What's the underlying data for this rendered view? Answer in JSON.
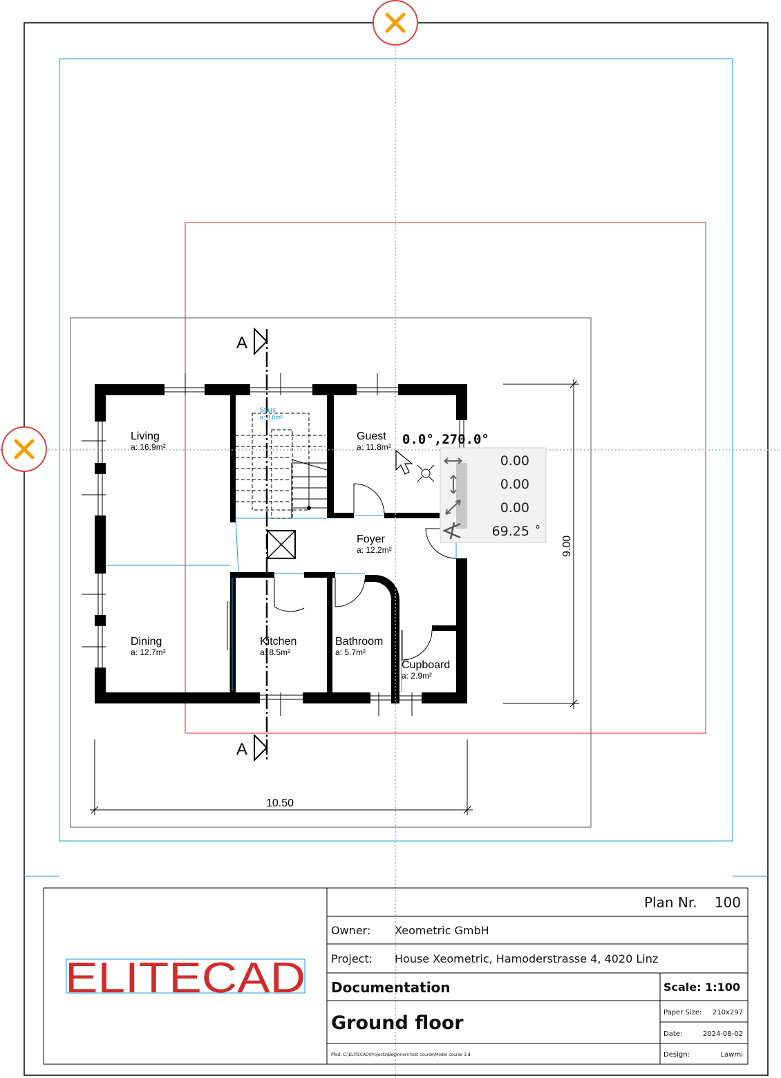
{
  "colors": {
    "frame": "#000000",
    "print_area": "#1a9be0",
    "viewport": "#e02020",
    "snap_marker": "#f5a000",
    "logo": "#d22b2b"
  },
  "rooms": [
    {
      "name": "Living",
      "area": "a: 16.9m²"
    },
    {
      "name": "Guest",
      "area": "a: 11.8m²"
    },
    {
      "name": "Foyer",
      "area": "a: 12.2m²"
    },
    {
      "name": "Dining",
      "area": "a: 12.7m²"
    },
    {
      "name": "Kitchen",
      "area": "a: 8.5m²"
    },
    {
      "name": "Bathroom",
      "area": "a: 5.7m²"
    },
    {
      "name": "Cupboard",
      "area": "a: 2.9m²"
    },
    {
      "name": "Stairs",
      "area": "a: 9.0m²"
    }
  ],
  "section_marks": [
    "A",
    "A"
  ],
  "dimensions": {
    "width": "10.50",
    "height": "9.00"
  },
  "cursor": {
    "angle_readout": "0.0°,270.0°"
  },
  "coord_panel": {
    "rows": [
      {
        "icon": "horizontal-arrow-icon",
        "value": "0.00"
      },
      {
        "icon": "vertical-arrow-icon",
        "value": "0.00"
      },
      {
        "icon": "diagonal-arrow-icon",
        "value": "0.00"
      },
      {
        "icon": "angle-icon",
        "value": "69.25",
        "unit": "°"
      }
    ]
  },
  "title_block": {
    "logo": "ELITECAD",
    "plan_label": "Plan Nr.",
    "plan_number": "100",
    "owner_label": "Owner:",
    "owner": "Xeometric GmbH",
    "project_label": "Project:",
    "project": "House Xeometric, Hamoderstrasse 4, 4020 Linz",
    "documentation": "Documentation",
    "scale": "Scale: 1:100",
    "title": "Ground floor",
    "paper_label": "Paper Size:",
    "paper": "210x297",
    "date_label": "Date:",
    "date": "2024-08-02",
    "design_label": "Design:",
    "design": "Lawmi",
    "path": "Pfad: C:\\ELITECAD\\Projects\\Beginners-test course\\Model course 3.d"
  }
}
